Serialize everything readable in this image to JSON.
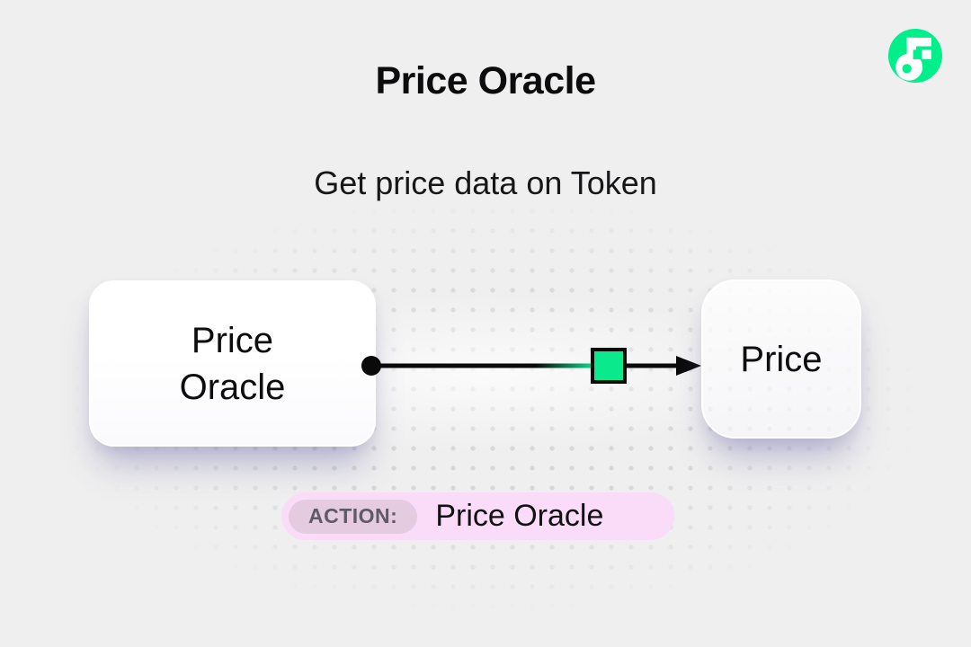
{
  "header": {
    "title": "Price Oracle",
    "subtitle": "Get price data on Token"
  },
  "logo": {
    "name": "flow-logo",
    "circle_color": "#00EF8B",
    "glyph_color": "#FFFFFF"
  },
  "diagram": {
    "source_node": {
      "label": "Price Oracle"
    },
    "target_node": {
      "label": "Price"
    },
    "connector": {
      "line_color": "#0A0A0A",
      "marker_color": "#0BE98D",
      "marker_shape": "square",
      "start_shape": "dot",
      "end_shape": "arrowhead"
    }
  },
  "action_badge": {
    "label": "ACTION:",
    "value": "Price Oracle",
    "badge_bg": "#FADCF8",
    "label_bg": "#E5CBE0",
    "label_text_color": "#5E5A66"
  },
  "background": {
    "base_color": "#EFEFEF",
    "dot_color": "#D7D7D9"
  }
}
